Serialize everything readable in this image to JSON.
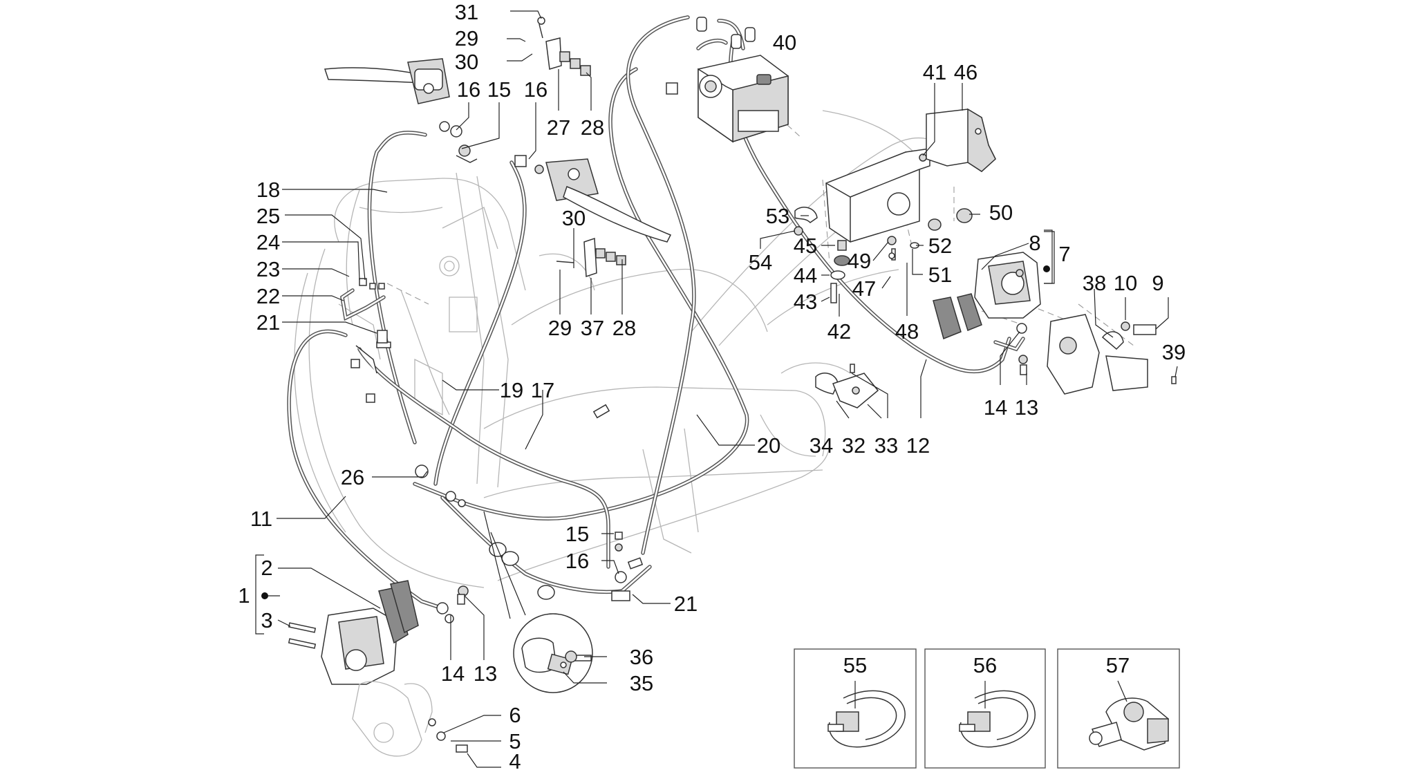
{
  "labels": [
    {
      "id": "31",
      "text": "31"
    },
    {
      "id": "29a",
      "text": "29"
    },
    {
      "id": "30a",
      "text": "30"
    },
    {
      "id": "16a",
      "text": "16"
    },
    {
      "id": "15a",
      "text": "15"
    },
    {
      "id": "16b",
      "text": "16"
    },
    {
      "id": "27",
      "text": "27"
    },
    {
      "id": "28a",
      "text": "28"
    },
    {
      "id": "40",
      "text": "40"
    },
    {
      "id": "41",
      "text": "41"
    },
    {
      "id": "46",
      "text": "46"
    },
    {
      "id": "18",
      "text": "18"
    },
    {
      "id": "25",
      "text": "25"
    },
    {
      "id": "24",
      "text": "24"
    },
    {
      "id": "23",
      "text": "23"
    },
    {
      "id": "22",
      "text": "22"
    },
    {
      "id": "21a",
      "text": "21"
    },
    {
      "id": "30b",
      "text": "30"
    },
    {
      "id": "29b",
      "text": "29"
    },
    {
      "id": "37",
      "text": "37"
    },
    {
      "id": "28b",
      "text": "28"
    },
    {
      "id": "53",
      "text": "53"
    },
    {
      "id": "54",
      "text": "54"
    },
    {
      "id": "45",
      "text": "45"
    },
    {
      "id": "44",
      "text": "44"
    },
    {
      "id": "43",
      "text": "43"
    },
    {
      "id": "42",
      "text": "42"
    },
    {
      "id": "49",
      "text": "49"
    },
    {
      "id": "47",
      "text": "47"
    },
    {
      "id": "48",
      "text": "48"
    },
    {
      "id": "52",
      "text": "52"
    },
    {
      "id": "51",
      "text": "51"
    },
    {
      "id": "50",
      "text": "50"
    },
    {
      "id": "8",
      "text": "8"
    },
    {
      "id": "7",
      "text": "7"
    },
    {
      "id": "38",
      "text": "38"
    },
    {
      "id": "10",
      "text": "10"
    },
    {
      "id": "9",
      "text": "9"
    },
    {
      "id": "39",
      "text": "39"
    },
    {
      "id": "14a",
      "text": "14"
    },
    {
      "id": "13a",
      "text": "13"
    },
    {
      "id": "19",
      "text": "19"
    },
    {
      "id": "17",
      "text": "17"
    },
    {
      "id": "20",
      "text": "20"
    },
    {
      "id": "34",
      "text": "34"
    },
    {
      "id": "32",
      "text": "32"
    },
    {
      "id": "33",
      "text": "33"
    },
    {
      "id": "12",
      "text": "12"
    },
    {
      "id": "26",
      "text": "26"
    },
    {
      "id": "11",
      "text": "11"
    },
    {
      "id": "15b",
      "text": "15"
    },
    {
      "id": "16c",
      "text": "16"
    },
    {
      "id": "21b",
      "text": "21"
    },
    {
      "id": "2",
      "text": "2"
    },
    {
      "id": "1",
      "text": "1"
    },
    {
      "id": "3",
      "text": "3"
    },
    {
      "id": "14b",
      "text": "14"
    },
    {
      "id": "13b",
      "text": "13"
    },
    {
      "id": "36",
      "text": "36"
    },
    {
      "id": "35",
      "text": "35"
    },
    {
      "id": "6",
      "text": "6"
    },
    {
      "id": "5",
      "text": "5"
    },
    {
      "id": "4",
      "text": "4"
    },
    {
      "id": "55",
      "text": "55"
    },
    {
      "id": "56",
      "text": "56"
    },
    {
      "id": "57",
      "text": "57"
    }
  ]
}
